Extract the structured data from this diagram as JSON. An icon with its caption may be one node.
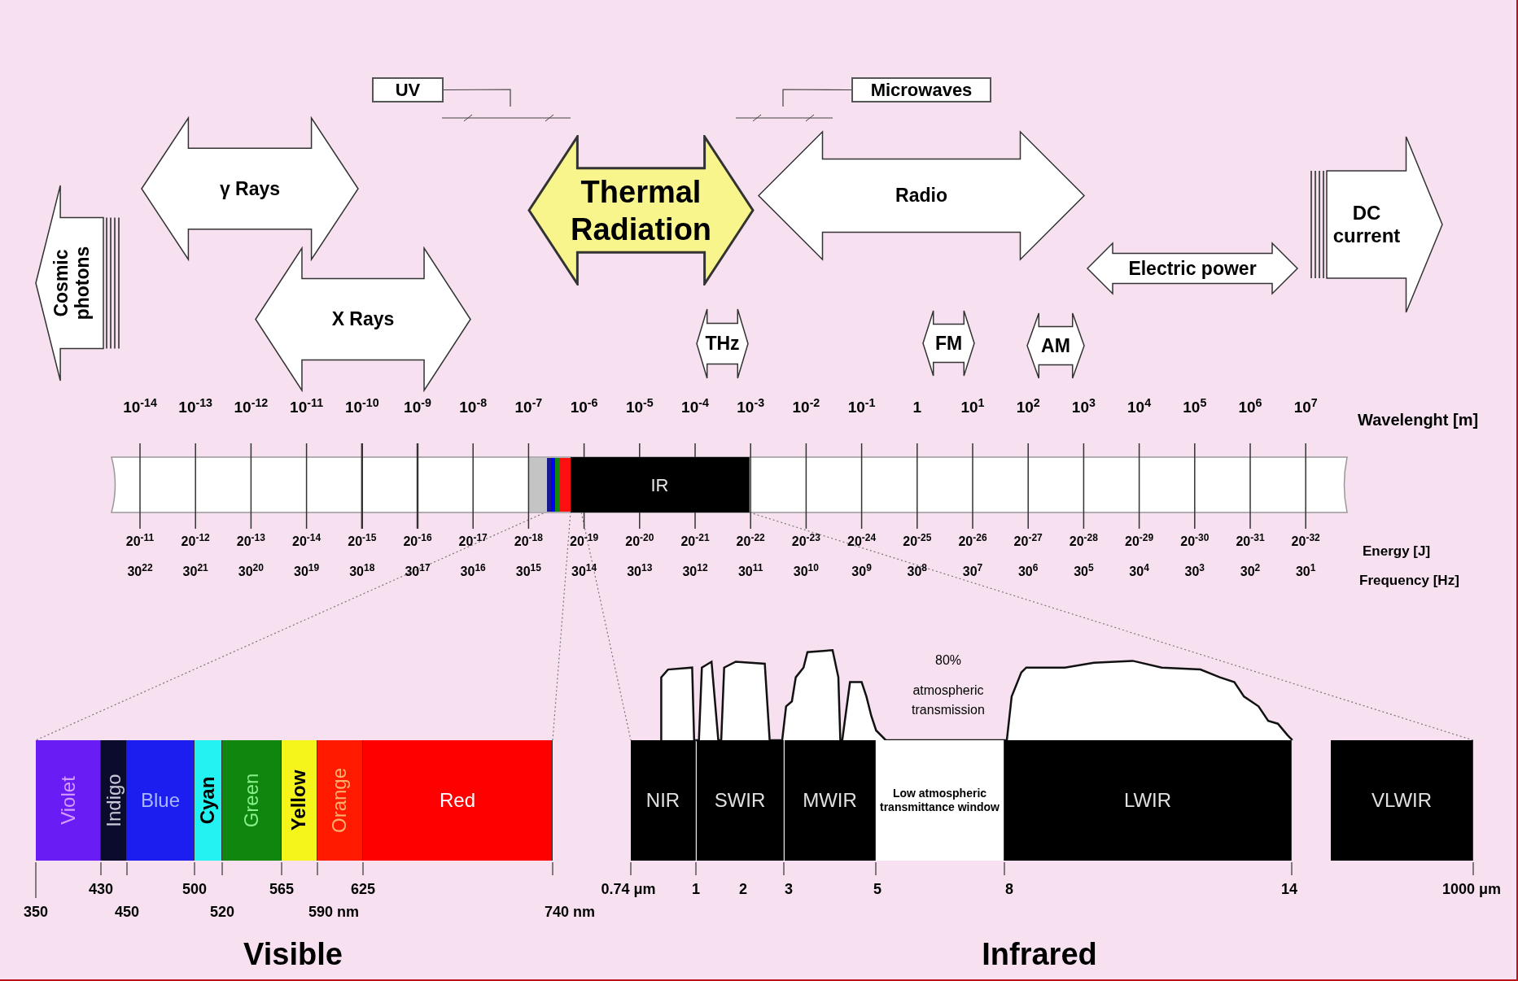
{
  "diagram": {
    "nodes": [
      {
        "text": [
          "UV"
        ]
      },
      {
        "text": [
          "Microwaves"
        ]
      },
      {
        "text": [
          "γ Rays"
        ]
      },
      {
        "text": [
          "Thermal Radiation"
        ]
      },
      {
        "text": [
          "Radio"
        ]
      },
      {
        "text": [
          "DC current"
        ]
      },
      {
        "text": [
          "Cosmic photons"
        ]
      },
      {
        "text": [
          "Electric power"
        ]
      },
      {
        "text": [
          "X Rays"
        ]
      },
      {
        "text": [
          "THz"
        ]
      },
      {
        "text": [
          "FM"
        ]
      },
      {
        "text": [
          "AM"
        ]
      },
      {
        "text": [
          "IR"
        ]
      },
      {
        "text": [
          "Violet"
        ]
      },
      {
        "text": [
          "Indigo"
        ]
      },
      {
        "text": [
          "Blue"
        ]
      },
      {
        "text": [
          "Cyan"
        ]
      },
      {
        "text": [
          "Green"
        ]
      },
      {
        "text": [
          "Yellow"
        ]
      },
      {
        "text": [
          "Orange"
        ]
      },
      {
        "text": [
          "Red"
        ]
      },
      {
        "text": [
          "NIR"
        ]
      },
      {
        "text": [
          "SWIR"
        ]
      },
      {
        "text": [
          "MWIR"
        ]
      },
      {
        "text": [
          "Low atmospheric transmittance window"
        ]
      },
      {
        "text": [
          "LWIR"
        ]
      },
      {
        "text": [
          "VLWIR"
        ]
      },
      {
        "text": [],
        "shape": "bar"
      }
    ],
    "edges": [
      {
        "from": 0,
        "to": null,
        "arrow": "none"
      },
      {
        "from": 1,
        "to": null,
        "arrow": "none"
      },
      {
        "from": 27,
        "to": 13,
        "arrow": "none",
        "style": "dashed"
      },
      {
        "from": 27,
        "to": 20,
        "arrow": "none",
        "style": "dashed"
      },
      {
        "from": 12,
        "to": 21,
        "arrow": "none",
        "style": "dashed"
      },
      {
        "from": 12,
        "to": 26,
        "arrow": "none",
        "style": "dashed"
      }
    ],
    "labels": [
      "10$^{-14}$",
      "10$^{-13}$",
      "10$^{-12}$",
      "10$^{-11}$",
      "10$^{-10}$",
      "10$^{-9}$",
      "10$^{-8}$",
      "10$^{-7}$",
      "10$^{-6}$",
      "10$^{-5}$",
      "10$^{-4}$",
      "10$^{-3}$",
      "10$^{-2}$",
      "10$^{-1}$",
      "1",
      "10$^{1}$",
      "10$^{2}$",
      "10$^{3}$",
      "10$^{4}$",
      "10$^{5}$",
      "10$^{6}$",
      "10$^{7}$",
      "Wavelenght [m]",
      "20$^{-11}$",
      "20$^{-12}$",
      "20$^{-13}$",
      "20$^{-14}$",
      "20$^{-15}$",
      "20$^{-16}$",
      "20$^{-17}$",
      "20$^{-18}$",
      "20$^{-19}$",
      "20$^{-20}$",
      "20$^{-21}$",
      "20$^{-22}$",
      "20$^{-23}$",
      "20$^{-24}$",
      "20$^{-25}$",
      "20$^{-26}$",
      "20$^{-27}$",
      "20$^{-28}$",
      "20$^{-29}$",
      "20$^{-30}$",
      "20$^{-31}$",
      "20$^{-32}$",
      "Energy [J]",
      "30$^{22}$",
      "30$^{21}$",
      "30$^{20}$",
      "30$^{19}$",
      "30$^{18}$",
      "30$^{17}$",
      "30$^{16}$",
      "30$^{15}$",
      "30$^{14}$",
      "30$^{13}$",
      "30$^{12}$",
      "30$^{11}$",
      "30$^{10}$",
      "30$^{9}$",
      "30$^{8}$",
      "30$^{7}$",
      "30$^{6}$",
      "30$^{5}$",
      "30$^{4}$",
      "30$^{3}$",
      "30$^{2}$",
      "30$^{1}$",
      "Frequency [Hz]",
      "80%",
      "atmospheric transmission",
      "350",
      "430",
      "450",
      "500",
      "520",
      "565",
      "590 nm",
      "625",
      "740 nm",
      "0.74 μm",
      "1",
      "2",
      "3",
      "5",
      "8",
      "14",
      "1000 μm",
      "Visible",
      "Infrared"
    ]
  }
}
